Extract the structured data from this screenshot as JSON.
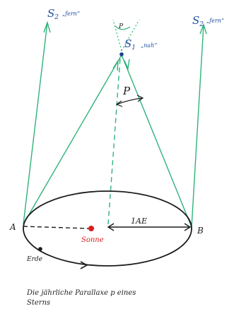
{
  "diagram": {
    "labels": {
      "star_far_left": "S",
      "star_far_left_sub": "2",
      "star_far_left_note": "„fern“",
      "star_far_right": "S",
      "star_far_right_sub": "2",
      "star_far_right_note": "„fern“",
      "star_near": "S",
      "star_near_sub": "1",
      "star_near_note": "„nah“",
      "small_angle": "P",
      "parallax_angle": "P",
      "point_a": "A",
      "point_b": "B",
      "distance": "1AE",
      "sun": "Sonne",
      "earth": "Erde"
    },
    "caption_line1": "Die jährliche Parallaxe p eines",
    "caption_line2": "Sterns"
  },
  "colors": {
    "ink": "#1c1c1c",
    "ray_green": "#2fb37a",
    "star_blue": "#1b3f8f",
    "sun_red": "#d81e1e",
    "label_blue": "#1f4f9e"
  }
}
